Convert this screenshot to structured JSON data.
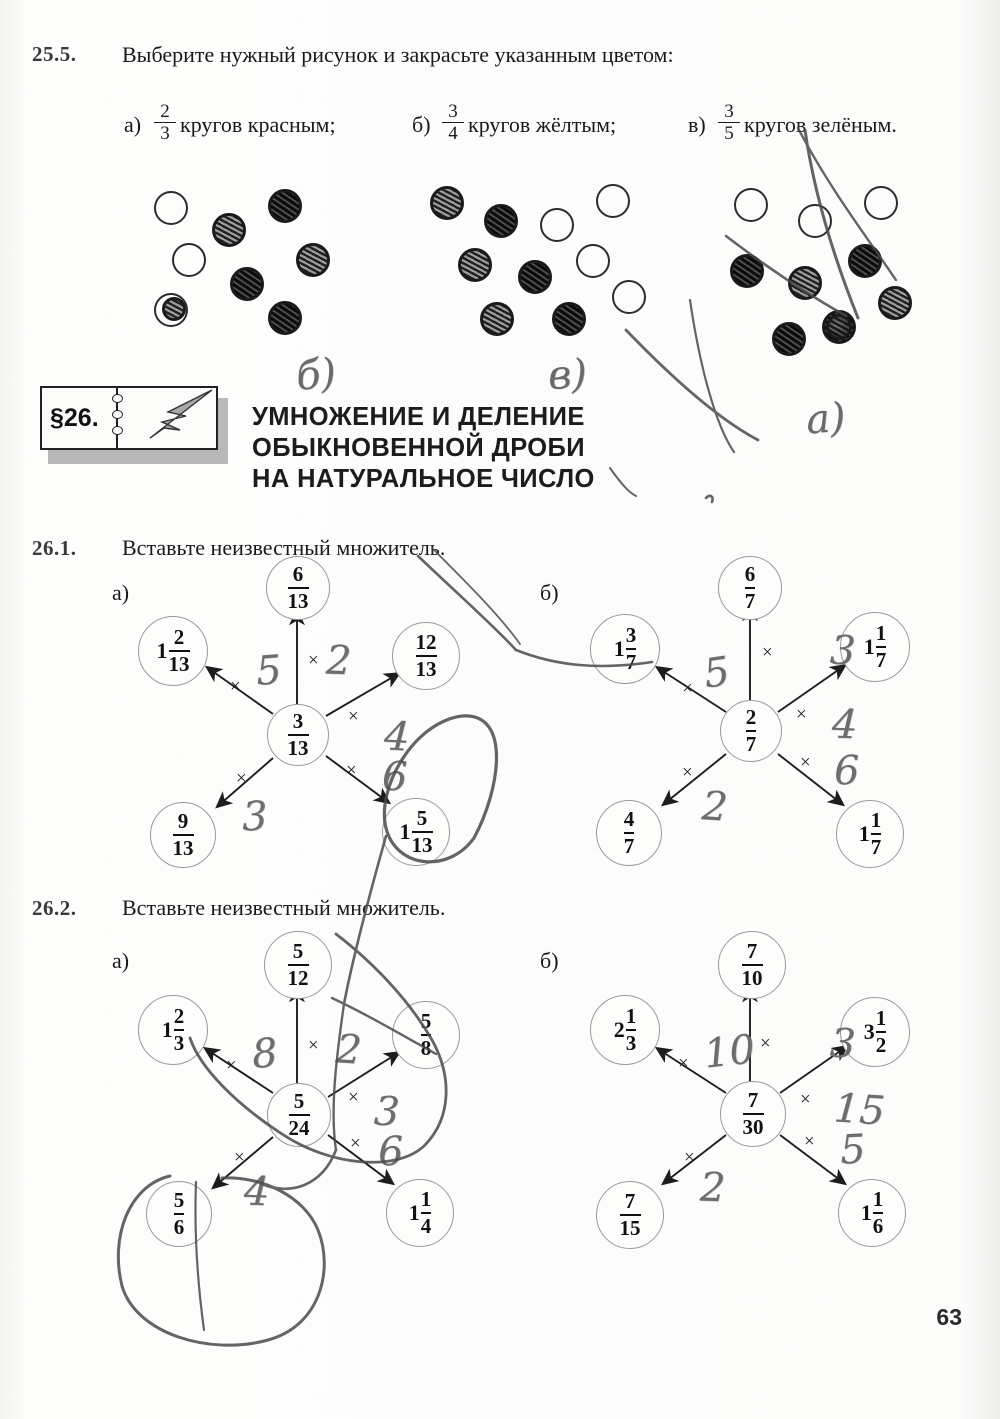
{
  "page": {
    "number": "63"
  },
  "exercise_255": {
    "number": "25.5.",
    "prompt": "Выберите нужный рисунок и закрасьте указанным цветом:",
    "items": [
      {
        "label": "а)",
        "num": "2",
        "den": "3",
        "text": "кругов красным;"
      },
      {
        "label": "б)",
        "num": "3",
        "den": "4",
        "text": "кругов жёлтым;"
      },
      {
        "label": "в)",
        "num": "3",
        "den": "5",
        "text": "кругов зелёным."
      }
    ],
    "circle_groups": [
      {
        "name": "group-left",
        "total": 9,
        "filled": 6,
        "empty": 3,
        "hand_label": "б)"
      },
      {
        "name": "group-middle",
        "total": 10,
        "filled": 6,
        "empty": 4,
        "hand_label": "в)"
      },
      {
        "name": "group-right",
        "total": 10,
        "filled": 7,
        "empty": 3,
        "hand_label": "а)"
      }
    ]
  },
  "section": {
    "marker": "§26.",
    "title_lines": [
      "УМНОЖЕНИЕ И ДЕЛЕНИЕ",
      "ОБЫКНОВЕННОЙ ДРОБИ",
      "НА НАТУРАЛЬНОЕ ЧИСЛО"
    ]
  },
  "exercise_261": {
    "number": "26.1.",
    "prompt": "Вставьте неизвестный множитель.",
    "parts": [
      {
        "label": "а)",
        "center": {
          "whole": "",
          "num": "3",
          "den": "13"
        },
        "spokes": [
          {
            "dir": "up",
            "op": "×",
            "answer": "2",
            "target": {
              "whole": "",
              "num": "6",
              "den": "13"
            }
          },
          {
            "dir": "upper-left",
            "op": "×",
            "answer": "5",
            "target": {
              "whole": "1",
              "num": "2",
              "den": "13"
            }
          },
          {
            "dir": "upper-right",
            "op": "×",
            "answer": "4",
            "target": {
              "whole": "",
              "num": "12",
              "den": "13"
            }
          },
          {
            "dir": "lower-right",
            "op": "×",
            "answer": "6",
            "target": {
              "whole": "1",
              "num": "5",
              "den": "13"
            }
          },
          {
            "dir": "lower-left",
            "op": "×",
            "answer": "3",
            "target": {
              "whole": "",
              "num": "9",
              "den": "13"
            }
          }
        ]
      },
      {
        "label": "б)",
        "center": {
          "whole": "",
          "num": "2",
          "den": "7"
        },
        "spokes": [
          {
            "dir": "up",
            "op": "×",
            "answer": "3",
            "target": {
              "whole": "",
              "num": "6",
              "den": "7"
            }
          },
          {
            "dir": "upper-left",
            "op": "×",
            "answer": "5",
            "target": {
              "whole": "1",
              "num": "3",
              "den": "7"
            }
          },
          {
            "dir": "upper-right",
            "op": "×",
            "answer": "4",
            "target": {
              "whole": "1",
              "num": "1",
              "den": "7"
            }
          },
          {
            "dir": "lower-right",
            "op": "×",
            "answer": "6",
            "target": {
              "whole": "1",
              "num": "1",
              "den": "7"
            }
          },
          {
            "dir": "lower-left",
            "op": "×",
            "answer": "2",
            "target": {
              "whole": "",
              "num": "4",
              "den": "7"
            }
          }
        ]
      }
    ]
  },
  "exercise_262": {
    "number": "26.2.",
    "prompt": "Вставьте неизвестный множитель.",
    "parts": [
      {
        "label": "а)",
        "center": {
          "whole": "",
          "num": "5",
          "den": "24"
        },
        "spokes": [
          {
            "dir": "up",
            "op": "×",
            "answer": "2",
            "target": {
              "whole": "",
              "num": "5",
              "den": "12"
            }
          },
          {
            "dir": "upper-left",
            "op": "×",
            "answer": "8",
            "target": {
              "whole": "1",
              "num": "2",
              "den": "3"
            }
          },
          {
            "dir": "upper-right",
            "op": "×",
            "answer": "3",
            "target": {
              "whole": "",
              "num": "5",
              "den": "8"
            }
          },
          {
            "dir": "lower-right",
            "op": "×",
            "answer": "6",
            "target": {
              "whole": "1",
              "num": "1",
              "den": "4"
            }
          },
          {
            "dir": "lower-left",
            "op": "×",
            "answer": "4",
            "target": {
              "whole": "",
              "num": "5",
              "den": "6"
            }
          }
        ]
      },
      {
        "label": "б)",
        "center": {
          "whole": "",
          "num": "7",
          "den": "30"
        },
        "spokes": [
          {
            "dir": "up",
            "op": "×",
            "answer": "3",
            "target": {
              "whole": "",
              "num": "7",
              "den": "10"
            }
          },
          {
            "dir": "upper-left",
            "op": "×",
            "answer": "10",
            "target": {
              "whole": "2",
              "num": "1",
              "den": "3"
            }
          },
          {
            "dir": "upper-right",
            "op": "×",
            "answer": "15",
            "target": {
              "whole": "3",
              "num": "1",
              "den": "2"
            }
          },
          {
            "dir": "lower-right",
            "op": "×",
            "answer": "5",
            "target": {
              "whole": "1",
              "num": "1",
              "den": "6"
            }
          },
          {
            "dir": "lower-left",
            "op": "×",
            "answer": "2",
            "target": {
              "whole": "",
              "num": "7",
              "den": "15"
            }
          }
        ]
      }
    ]
  },
  "colors": {
    "ink_print": "#1a1a1a",
    "pencil": "#6d6d70",
    "paper": "#fbfbfa",
    "node_stroke": "#9a9a9a"
  }
}
